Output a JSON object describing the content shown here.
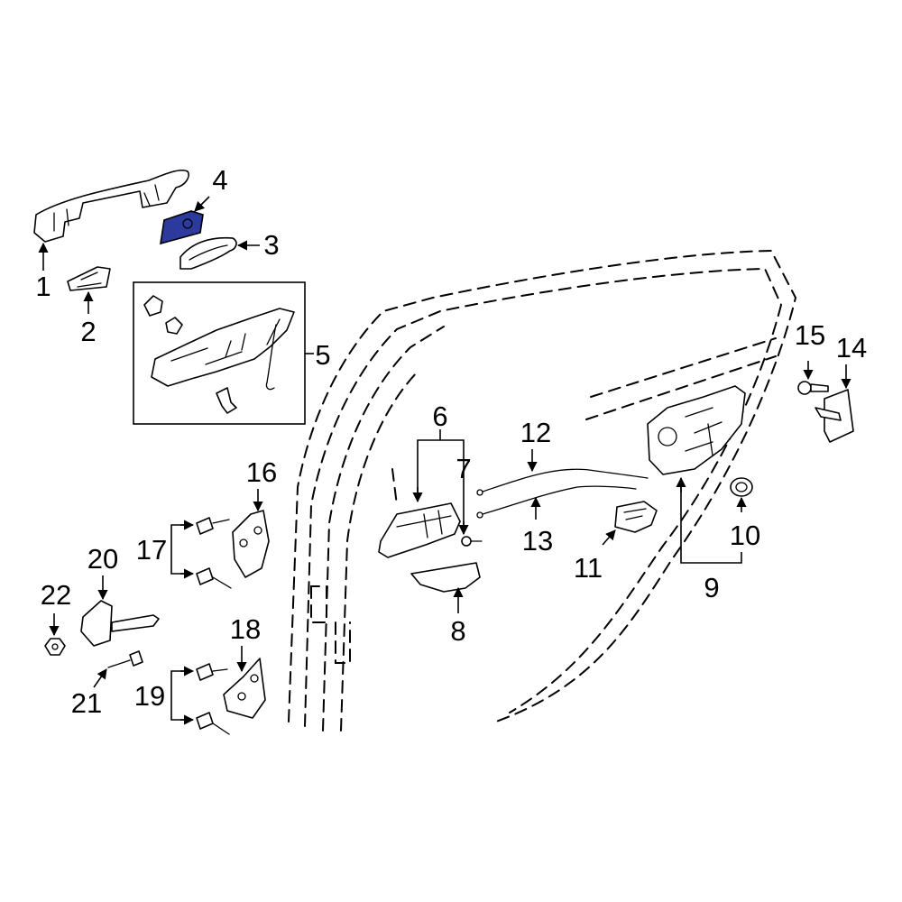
{
  "diagram": {
    "highlight_color": "#2b3a9c",
    "callouts": {
      "p1": "1",
      "p2": "2",
      "p3": "3",
      "p4": "4",
      "p5": "5",
      "p6": "6",
      "p7": "7",
      "p8": "8",
      "p9": "9",
      "p10": "10",
      "p11": "11",
      "p12": "12",
      "p13": "13",
      "p14": "14",
      "p15": "15",
      "p16": "16",
      "p17": "17",
      "p18": "18",
      "p19": "19",
      "p20": "20",
      "p21": "21",
      "p22": "22"
    }
  }
}
